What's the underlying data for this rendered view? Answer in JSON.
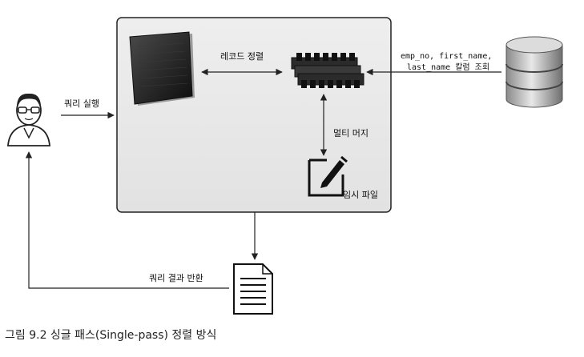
{
  "labels": {
    "record_sort": "레코드 정렬",
    "query_exec": "쿼리 실행",
    "columns_line1": "emp_no, first_name,",
    "columns_line2": "last_name 칼럼 조회",
    "multi_merge": "멀티 머지",
    "temp_file": "임시 파일",
    "query_result": "쿼리 결과 반환"
  },
  "caption": "그림 9.2 싱글 패스(Single-pass) 정렬 방식"
}
